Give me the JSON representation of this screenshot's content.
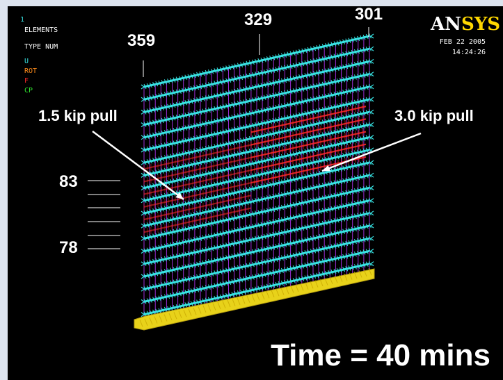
{
  "window_number": "1",
  "legend": {
    "title": "ELEMENTS",
    "subtitle": "TYPE NUM",
    "items": [
      {
        "label": "U",
        "color": "#38e3e3"
      },
      {
        "label": "ROT",
        "color": "#ff8c1a"
      },
      {
        "label": "F",
        "color": "#ff2a2a"
      },
      {
        "label": "CP",
        "color": "#2ee82e"
      }
    ]
  },
  "logo": {
    "part1": "AN",
    "part2": "SYS"
  },
  "date": "FEB 22 2005",
  "time": "14:24:26",
  "node_labels": {
    "top_left": "359",
    "top_mid": "329",
    "top_right": "301",
    "side_top": "83",
    "side_bottom": "78"
  },
  "callouts": {
    "left": "1.5 kip pull",
    "right": "3.0 kip pull"
  },
  "caption": "Time = 40 mins",
  "colors": {
    "background": "#000000",
    "frame_border": "#dde4ef",
    "constraint": "#38e3e3",
    "element": "#9b2fd6",
    "force": "#ff2a2a",
    "base": "#e8d21a"
  }
}
